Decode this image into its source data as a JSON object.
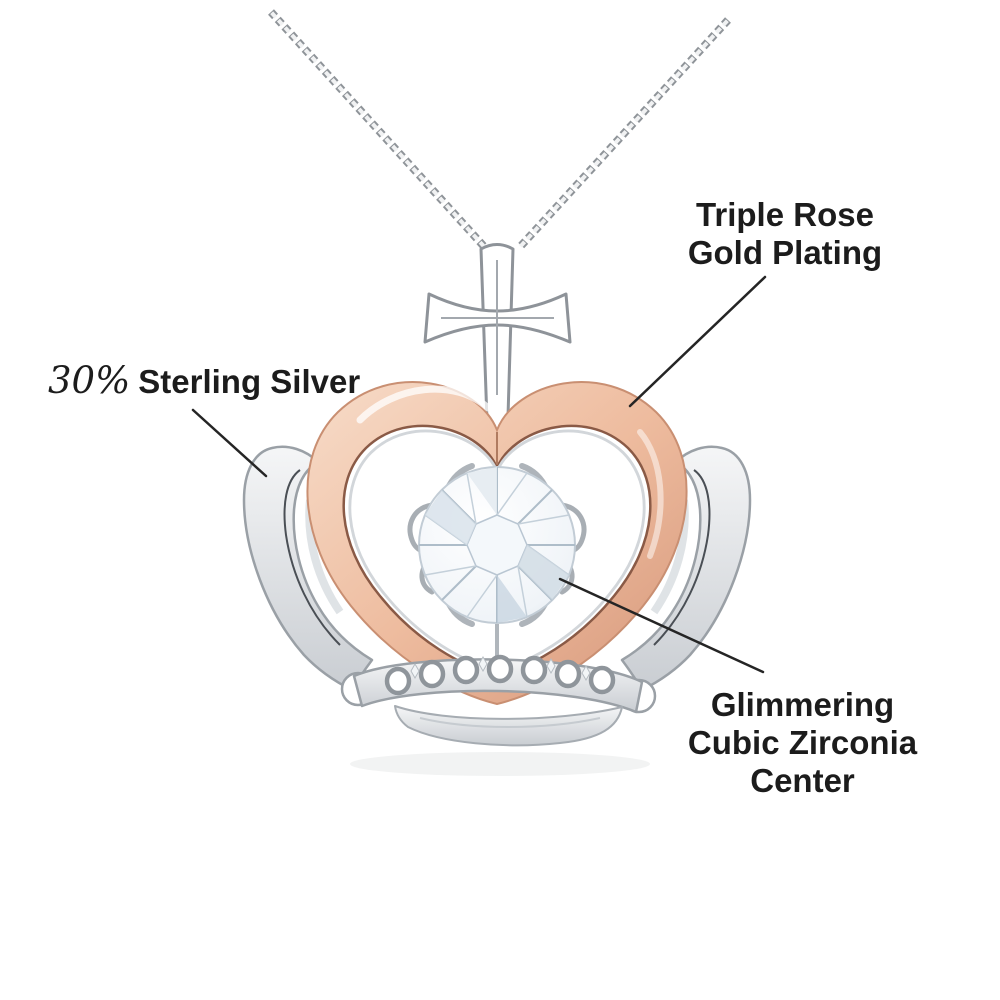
{
  "image": {
    "kind": "annotated jewelry product photo",
    "subject": "crown pendant necklace with silver cross, rose gold heart and cubic zirconia center stone"
  },
  "annotations": {
    "rose_gold": {
      "lines": [
        "Triple Rose",
        "Gold Plating"
      ]
    },
    "sterling": {
      "percent": "30%",
      "label": "Sterling Silver"
    },
    "cz": {
      "lines": [
        "Glimmering",
        "Cubic Zirconia",
        "Center"
      ]
    }
  },
  "colors": {
    "background": "#ffffff",
    "text": "#1c1c1c",
    "leader_line": "#252525",
    "rose_gold_light": "#f7dcc9",
    "rose_gold": "#eebc9f",
    "rose_gold_deep": "#d6977a",
    "rose_gold_line": "#8a5a46",
    "silver_light": "#f5f6f7",
    "silver": "#c9cdd2",
    "silver_outline": "#9aa0a6",
    "stone_edge": "#c2ccd5",
    "stone_facet": "#aebdc9"
  }
}
